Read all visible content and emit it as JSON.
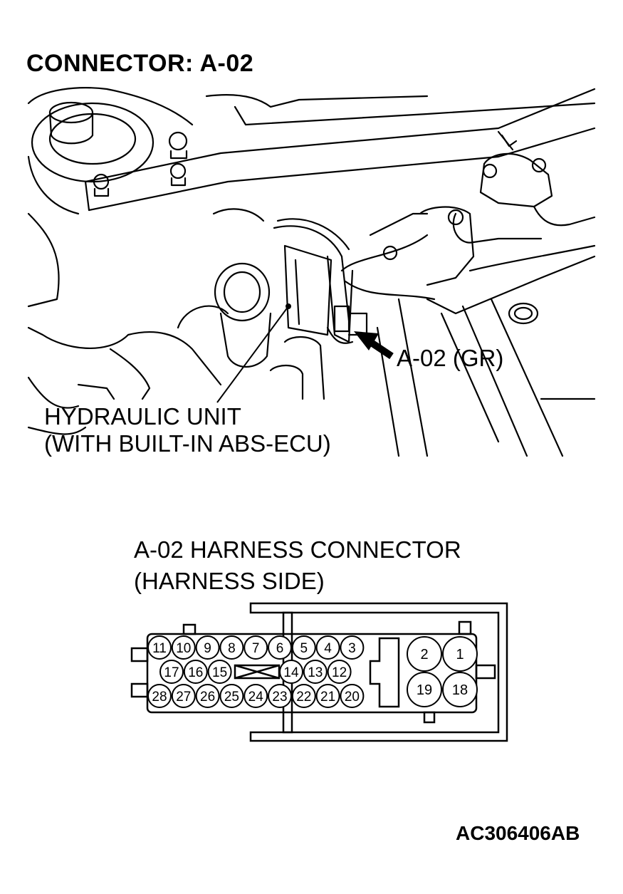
{
  "header": {
    "title": "CONNECTOR: A-02"
  },
  "engine_view": {
    "connector_label": "A-02 (GR)",
    "unit_label_line1": "HYDRAULIC UNIT",
    "unit_label_line2": "(WITH BUILT-IN ABS-ECU)"
  },
  "harness": {
    "title_line1": "A-02 HARNESS CONNECTOR",
    "title_line2": "(HARNESS SIDE)",
    "row1": [
      "11",
      "10",
      "9",
      "8",
      "7",
      "6",
      "5",
      "4",
      "3"
    ],
    "row2_left": [
      "17",
      "16",
      "15"
    ],
    "row2_right": [
      "14",
      "13",
      "12"
    ],
    "row3": [
      "28",
      "27",
      "26",
      "25",
      "24",
      "23",
      "22",
      "21",
      "20"
    ],
    "large_top": [
      "2",
      "1"
    ],
    "large_bottom": [
      "19",
      "18"
    ]
  },
  "footer": {
    "code": "AC306406AB"
  }
}
